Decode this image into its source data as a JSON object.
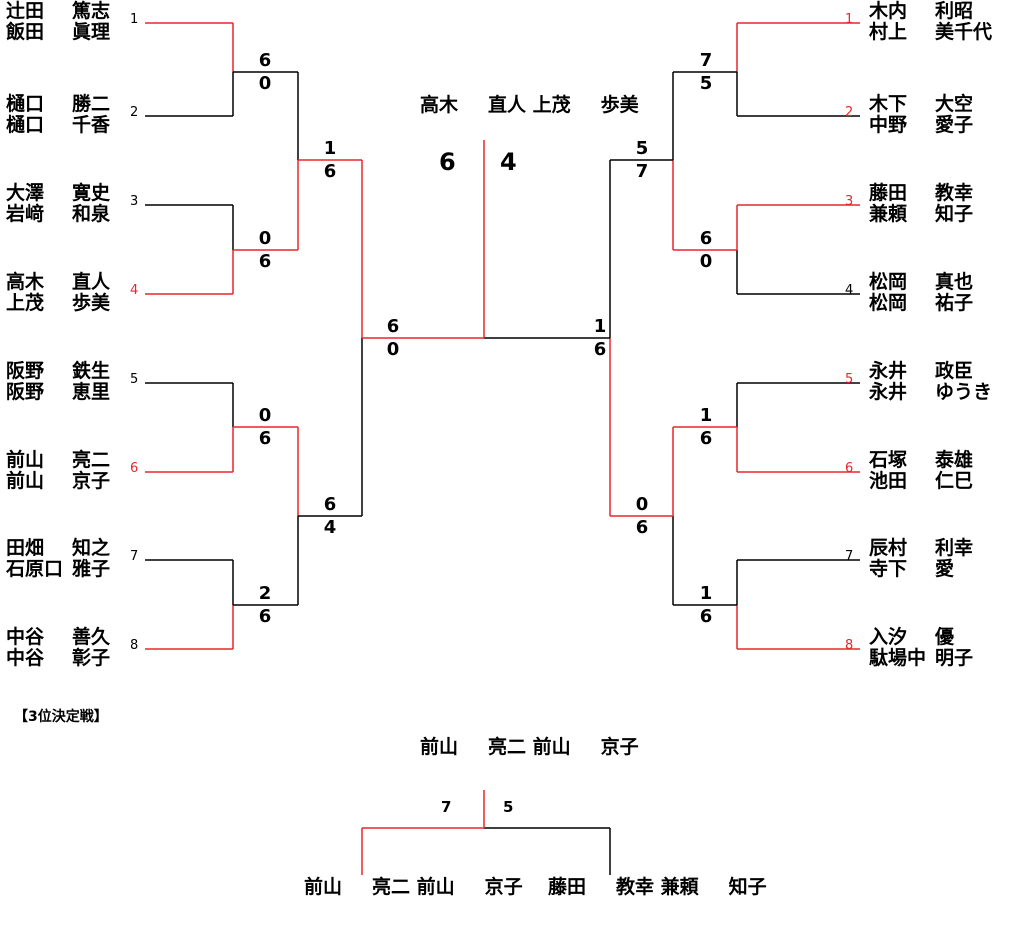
{
  "colors": {
    "win": "#e8262b",
    "lose": "#000000"
  },
  "left_players": [
    {
      "seed": "1",
      "rows": [
        [
          "辻田",
          "篤志"
        ],
        [
          "飯田",
          "眞理"
        ]
      ]
    },
    {
      "seed": "2",
      "rows": [
        [
          "樋口",
          "勝二"
        ],
        [
          "樋口",
          "千香"
        ]
      ]
    },
    {
      "seed": "3",
      "rows": [
        [
          "大澤",
          "寛史"
        ],
        [
          "岩﨑",
          "和泉"
        ]
      ]
    },
    {
      "seed": "4",
      "rows": [
        [
          "高木",
          "直人"
        ],
        [
          "上茂",
          "歩美"
        ]
      ]
    },
    {
      "seed": "5",
      "rows": [
        [
          "阪野",
          "鉄生"
        ],
        [
          "阪野",
          "恵里"
        ]
      ]
    },
    {
      "seed": "6",
      "rows": [
        [
          "前山",
          "亮二"
        ],
        [
          "前山",
          "京子"
        ]
      ]
    },
    {
      "seed": "7",
      "rows": [
        [
          "田畑",
          "知之"
        ],
        [
          "石原口",
          "雅子"
        ]
      ]
    },
    {
      "seed": "8",
      "rows": [
        [
          "中谷",
          "善久"
        ],
        [
          "中谷",
          "彰子"
        ]
      ]
    }
  ],
  "right_players": [
    {
      "seed": "1",
      "rows": [
        [
          "木内",
          "利昭"
        ],
        [
          "村上",
          "美千代"
        ]
      ]
    },
    {
      "seed": "2",
      "rows": [
        [
          "木下",
          "大空"
        ],
        [
          "中野",
          "愛子"
        ]
      ]
    },
    {
      "seed": "3",
      "rows": [
        [
          "藤田",
          "教幸"
        ],
        [
          "兼頼",
          "知子"
        ]
      ]
    },
    {
      "seed": "4",
      "rows": [
        [
          "松岡",
          "真也"
        ],
        [
          "松岡",
          "祐子"
        ]
      ]
    },
    {
      "seed": "5",
      "rows": [
        [
          "永井",
          "政臣"
        ],
        [
          "永井",
          "ゆうき"
        ]
      ]
    },
    {
      "seed": "6",
      "rows": [
        [
          "石塚",
          "泰雄"
        ],
        [
          "池田",
          "仁巳"
        ]
      ]
    },
    {
      "seed": "7",
      "rows": [
        [
          "辰村",
          "利幸"
        ],
        [
          "寺下",
          "愛"
        ]
      ]
    },
    {
      "seed": "8",
      "rows": [
        [
          "入汐",
          "優"
        ],
        [
          "駄場中",
          "明子"
        ]
      ]
    }
  ],
  "left_scores": {
    "r1": [
      [
        "6",
        "0"
      ],
      [
        "0",
        "6"
      ],
      [
        "0",
        "6"
      ],
      [
        "2",
        "6"
      ]
    ],
    "r2": [
      [
        "1",
        "6"
      ],
      [
        "6",
        "4"
      ]
    ],
    "r3": [
      [
        "6",
        "0"
      ]
    ]
  },
  "right_scores": {
    "r1": [
      [
        "7",
        "5"
      ],
      [
        "6",
        "0"
      ],
      [
        "1",
        "6"
      ],
      [
        "1",
        "6"
      ]
    ],
    "r2": [
      [
        "5",
        "7"
      ],
      [
        "0",
        "6"
      ]
    ],
    "r3": [
      [
        "1",
        "6"
      ]
    ]
  },
  "champion": {
    "rows": [
      [
        "高木",
        "直人"
      ],
      [
        "上茂",
        "歩美"
      ]
    ],
    "score_left": "6",
    "score_right": "4"
  },
  "third_place": {
    "heading": "【3位決定戦】",
    "winner": {
      "rows": [
        [
          "前山",
          "亮二"
        ],
        [
          "前山",
          "京子"
        ]
      ]
    },
    "score_left": "7",
    "score_right": "5",
    "left": {
      "rows": [
        [
          "前山",
          "亮二"
        ],
        [
          "前山",
          "京子"
        ]
      ]
    },
    "right": {
      "rows": [
        [
          "藤田",
          "教幸"
        ],
        [
          "兼頼",
          "知子"
        ]
      ]
    }
  }
}
